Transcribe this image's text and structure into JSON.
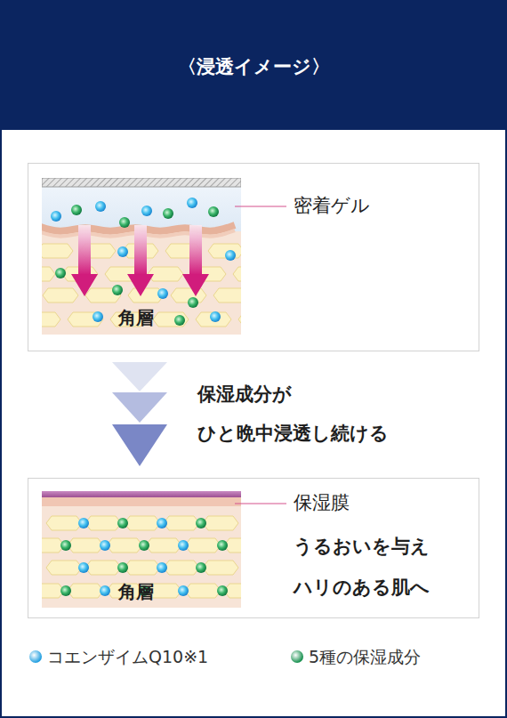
{
  "diagram": {
    "title": "〈浸透イメージ〉",
    "nodes": [
      {
        "text": [
          "密着ゲル"
        ]
      },
      {
        "text": [
          "角層"
        ],
        "in": 0
      },
      {
        "text": [
          "保湿膜",
          "うるおいを与え ハリのある肌へ"
        ]
      },
      {
        "text": [
          "角層"
        ],
        "in": 2
      }
    ],
    "edges": [
      {
        "from": 0,
        "to": 2,
        "arrow": "to",
        "label": "保湿成分が ひと晩中浸透し続ける"
      }
    ],
    "legend": [
      {
        "text": "コエンザイムQ10※1",
        "color": "#1f9ee0"
      },
      {
        "text": "5種の保湿成分",
        "color": "#16904e"
      }
    ]
  }
}
